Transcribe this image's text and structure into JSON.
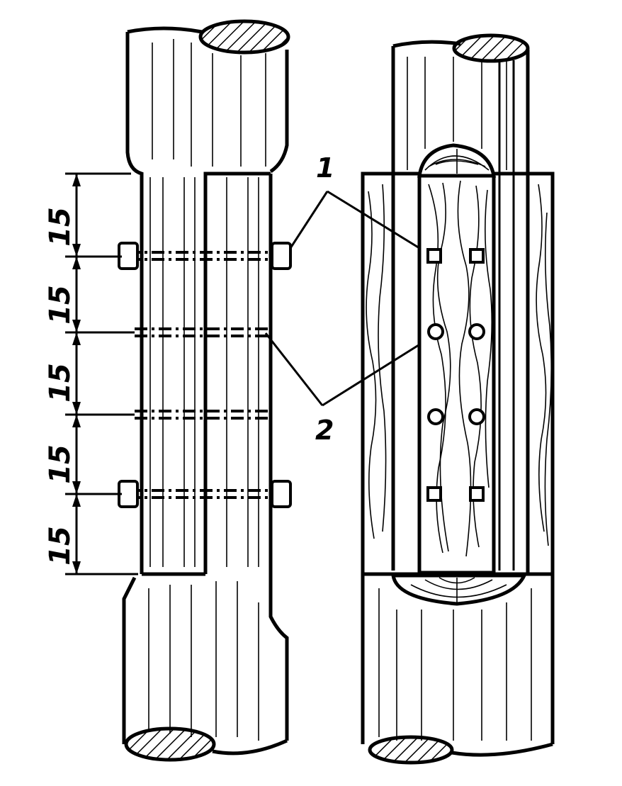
{
  "dimensions": [
    "15",
    "15",
    "15",
    "15",
    "15"
  ],
  "callouts": {
    "one": "1",
    "two": "2"
  }
}
